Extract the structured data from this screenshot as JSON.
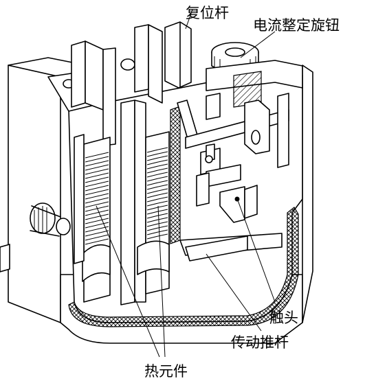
{
  "labels": {
    "reset_lever": "复位杆",
    "current_knob": "电流整定旋钮",
    "contact": "触头",
    "push_rod": "传动推杆",
    "heating_element": "热元件"
  }
}
